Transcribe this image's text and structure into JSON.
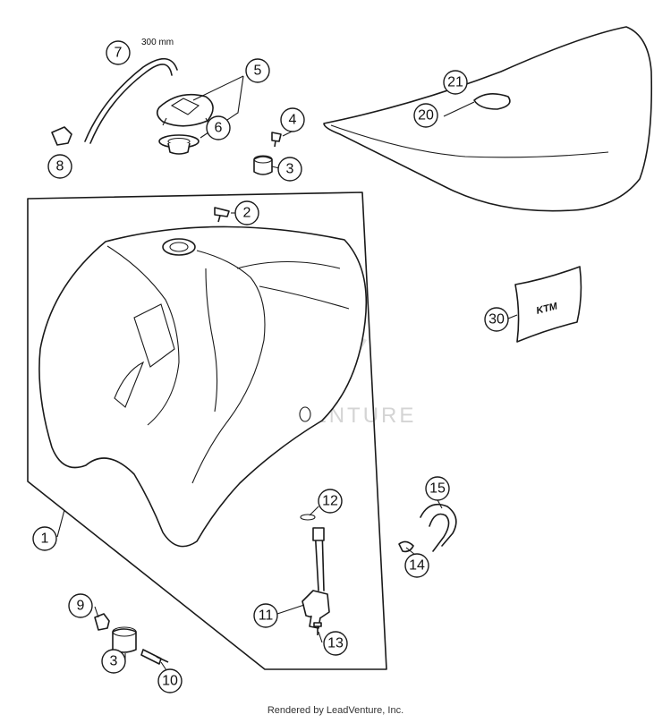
{
  "diagram": {
    "callouts": [
      {
        "id": "c7",
        "label": "7"
      },
      {
        "id": "c5",
        "label": "5"
      },
      {
        "id": "c6",
        "label": "6"
      },
      {
        "id": "c8",
        "label": "8"
      },
      {
        "id": "c4",
        "label": "4"
      },
      {
        "id": "c3a",
        "label": "3"
      },
      {
        "id": "c21",
        "label": "21"
      },
      {
        "id": "c20",
        "label": "20"
      },
      {
        "id": "c2",
        "label": "2"
      },
      {
        "id": "c30",
        "label": "30"
      },
      {
        "id": "c12",
        "label": "12"
      },
      {
        "id": "c15",
        "label": "15"
      },
      {
        "id": "c1",
        "label": "1"
      },
      {
        "id": "c14",
        "label": "14"
      },
      {
        "id": "c9",
        "label": "9"
      },
      {
        "id": "c11",
        "label": "11"
      },
      {
        "id": "c3b",
        "label": "3"
      },
      {
        "id": "c13",
        "label": "13"
      },
      {
        "id": "c10",
        "label": "10"
      }
    ],
    "hose_length_label": "300 mm",
    "emblem_text": "KTM",
    "watermark_text": "LEADVENTURE"
  },
  "footer": {
    "credit": "Rendered by LeadVenture, Inc."
  }
}
